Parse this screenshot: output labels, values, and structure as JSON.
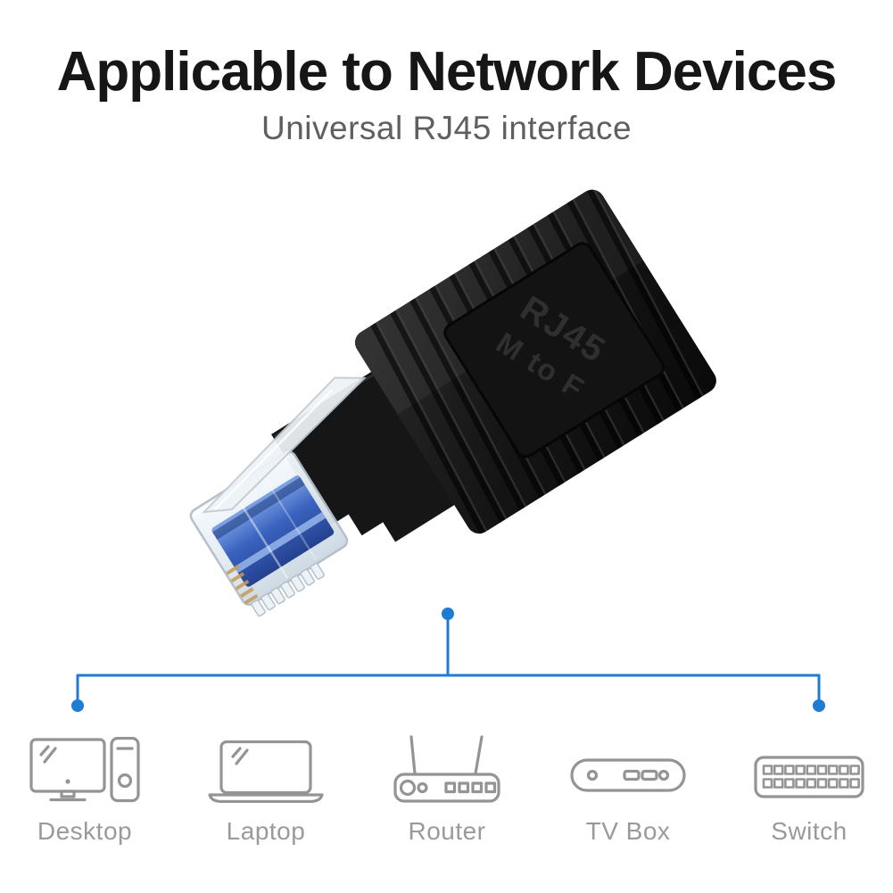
{
  "header": {
    "title": "Applicable to Network Devices",
    "subtitle": "Universal RJ45 interface"
  },
  "product": {
    "embossed_line1": "RJ45",
    "embossed_line2": "M to F"
  },
  "devices": [
    {
      "label": "Desktop",
      "icon": "desktop-icon"
    },
    {
      "label": "Laptop",
      "icon": "laptop-icon"
    },
    {
      "label": "Router",
      "icon": "router-icon"
    },
    {
      "label": "TV Box",
      "icon": "tv-box-icon"
    },
    {
      "label": "Switch",
      "icon": "switch-icon"
    }
  ],
  "colors": {
    "background": "#ffffff",
    "title_text": "#161616",
    "subtitle_text": "#5f5f5f",
    "label_text": "#9a9a9a",
    "icon_stroke": "#949494",
    "accent_blue": "#1f7cd5",
    "adapter_body": "#141414",
    "plug_blue": "#3a63c0"
  }
}
